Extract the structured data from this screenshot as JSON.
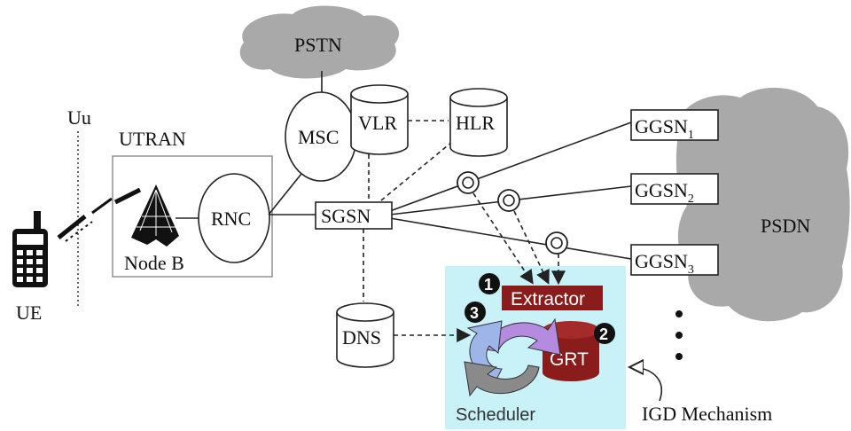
{
  "nodes": {
    "pstn": "PSTN",
    "msc": "MSC",
    "vlr": "VLR",
    "hlr": "HLR",
    "utran": "UTRAN",
    "uu": "Uu",
    "ue": "UE",
    "node_b": "Node B",
    "rnc": "RNC",
    "sgsn": "SGSN",
    "dns": "DNS",
    "ggsn": "GGSN",
    "ggsn_subs": [
      "1",
      "2",
      "3"
    ],
    "psdn": "PSDN",
    "extractor": "Extractor",
    "grt": "GRT",
    "scheduler": "Scheduler",
    "igd_mechanism": "IGD Mechanism",
    "steps": [
      "1",
      "2",
      "3"
    ]
  },
  "colors": {
    "cloud": "#a9a9a9",
    "igd_panel": "#c9f1f8",
    "extractor_bg": "#8b1c1c",
    "grt_bg": "#8b1c1c",
    "arrow_purple": "#b58be0",
    "arrow_blue": "#9db5e8",
    "arrow_gray": "#8a8a8a"
  }
}
